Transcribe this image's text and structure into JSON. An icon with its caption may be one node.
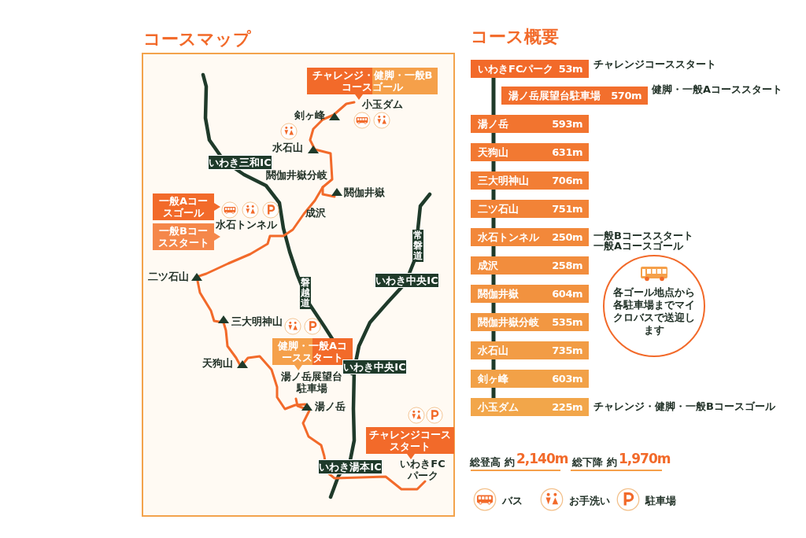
{
  "diagram": {
    "nodes": [
      {
        "text": [
          "コースマップ"
        ]
      },
      {
        "text": [
          "チャレンジ・健脚・一般Bコースゴール"
        ],
        "in": 0
      },
      {
        "text": [
          "いわき三和IC"
        ],
        "in": 0
      },
      {
        "text": [
          "一般Aコースゴール"
        ],
        "in": 0
      },
      {
        "text": [
          "一般Bコーススタート"
        ],
        "in": 0
      },
      {
        "text": [
          "いわき中央IC"
        ],
        "in": 0
      },
      {
        "text": [
          "健脚・一般Aコーススタート"
        ],
        "in": 0
      },
      {
        "text": [
          "いわき中央IC"
        ],
        "in": 0
      },
      {
        "text": [
          "チャレンジコーススタート"
        ],
        "in": 0
      },
      {
        "text": [
          "いわき湯本IC"
        ],
        "in": 0
      },
      {
        "text": [
          "いわきFCパーク",
          "53m"
        ],
        "beside": [
          "チャレンジコーススタート"
        ]
      },
      {
        "text": [
          "湯ノ岳展望台駐車場",
          "570m"
        ],
        "beside": [
          "健脚・一般Aコーススタート"
        ]
      },
      {
        "text": [
          "湯ノ岳",
          "593m"
        ]
      },
      {
        "text": [
          "天狗山",
          "631m"
        ]
      },
      {
        "text": [
          "三大明神山",
          "706m"
        ]
      },
      {
        "text": [
          "二ツ石山",
          "751m"
        ]
      },
      {
        "text": [
          "水石トンネル",
          "250m"
        ],
        "beside": [
          "一般Bコーススタート",
          "一般Aコースゴール"
        ]
      },
      {
        "text": [
          "成沢",
          "258m"
        ]
      },
      {
        "text": [
          "閼伽井嶽",
          "604m"
        ]
      },
      {
        "text": [
          "閼伽井嶽分岐",
          "535m"
        ]
      },
      {
        "text": [
          "水石山",
          "735m"
        ]
      },
      {
        "text": [
          "剣ヶ峰",
          "603m"
        ]
      },
      {
        "text": [
          "小玉ダム",
          "225m"
        ],
        "beside": [
          "チャレンジ・健脚・一般Bコースゴール"
        ]
      },
      {
        "text": [
          "各ゴール地点から各駐車場までマイクロバスで送迎します"
        ]
      }
    ],
    "edges": [
      {
        "from": 10,
        "to": 12,
        "arrow": "none"
      },
      {
        "from": 12,
        "to": 13,
        "arrow": "none"
      },
      {
        "from": 13,
        "to": 14,
        "arrow": "none"
      },
      {
        "from": 14,
        "to": 15,
        "arrow": "none"
      },
      {
        "from": 15,
        "to": 16,
        "arrow": "none"
      },
      {
        "from": 16,
        "to": 17,
        "arrow": "none"
      },
      {
        "from": 17,
        "to": 18,
        "arrow": "none"
      },
      {
        "from": 18,
        "to": 19,
        "arrow": "none"
      },
      {
        "from": 19,
        "to": 20,
        "arrow": "none"
      },
      {
        "from": 20,
        "to": 21,
        "arrow": "none"
      },
      {
        "from": 21,
        "to": 22,
        "arrow": "none"
      }
    ],
    "labels": [
      "コース概要",
      "小玉ダム",
      "剣ヶ峰",
      "水石山",
      "閼伽井嶽分岐",
      "閼伽井嶽",
      "成沢",
      "水石トンネル",
      "磐越道",
      "常磐道",
      "二ツ石山",
      "三大明神山",
      "天狗山",
      "湯ノ岳展望台駐車場",
      "湯ノ岳",
      "いわきFCパーク",
      "総登高",
      "約",
      "2,140m",
      "総下降",
      "約",
      "1,970m"
    ],
    "legend": [
      {
        "text": "バス"
      },
      {
        "text": "お手洗い"
      },
      {
        "text": "駐車場"
      }
    ]
  }
}
